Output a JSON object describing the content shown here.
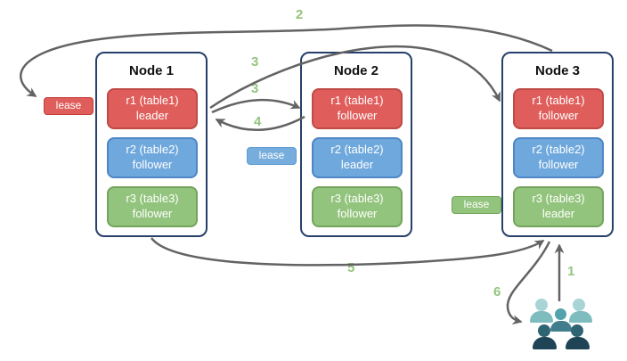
{
  "nodes": [
    {
      "title": "Node 1",
      "replicas": [
        {
          "name": "r1 (table1)",
          "role": "leader"
        },
        {
          "name": "r2 (table2)",
          "role": "follower"
        },
        {
          "name": "r3 (table3)",
          "role": "follower"
        }
      ]
    },
    {
      "title": "Node 2",
      "replicas": [
        {
          "name": "r1 (table1)",
          "role": "follower"
        },
        {
          "name": "r2 (table2)",
          "role": "leader"
        },
        {
          "name": "r3 (table3)",
          "role": "follower"
        }
      ]
    },
    {
      "title": "Node 3",
      "replicas": [
        {
          "name": "r1 (table1)",
          "role": "follower"
        },
        {
          "name": "r2 (table2)",
          "role": "follower"
        },
        {
          "name": "r3 (table3)",
          "role": "leader"
        }
      ]
    }
  ],
  "leases": [
    {
      "label": "lease",
      "color": "#df5e5b"
    },
    {
      "label": "lease",
      "color": "#77addd"
    },
    {
      "label": "lease",
      "color": "#93c47d"
    }
  ],
  "steps": [
    {
      "label": "2"
    },
    {
      "label": "3"
    },
    {
      "label": "3"
    },
    {
      "label": "4"
    },
    {
      "label": "5"
    },
    {
      "label": "1"
    },
    {
      "label": "6"
    }
  ],
  "icons": {
    "users": "users-group-icon"
  },
  "colors": {
    "replica_red": "#df5e5b",
    "replica_blue": "#6fa8dc",
    "replica_green": "#93c47d",
    "node_border": "#26406b",
    "arrow": "#636363",
    "step_label": "#93c47d",
    "people_light": "#a9d4d6",
    "people_mid": "#54a2ab",
    "people_dark": "#1e4456"
  }
}
